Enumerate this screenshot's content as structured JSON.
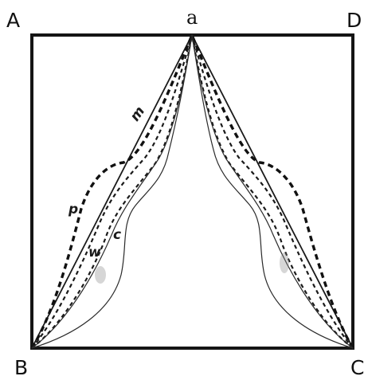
{
  "labels": {
    "corners": {
      "top_left": "A",
      "top_right": "D",
      "bottom_left": "B",
      "bottom_right": "C"
    },
    "apex": "a",
    "curves": {
      "m": "m",
      "p": "p",
      "w": "w",
      "c": "c"
    }
  },
  "colors": {
    "ink": "#151515",
    "background": "#ffffff"
  }
}
